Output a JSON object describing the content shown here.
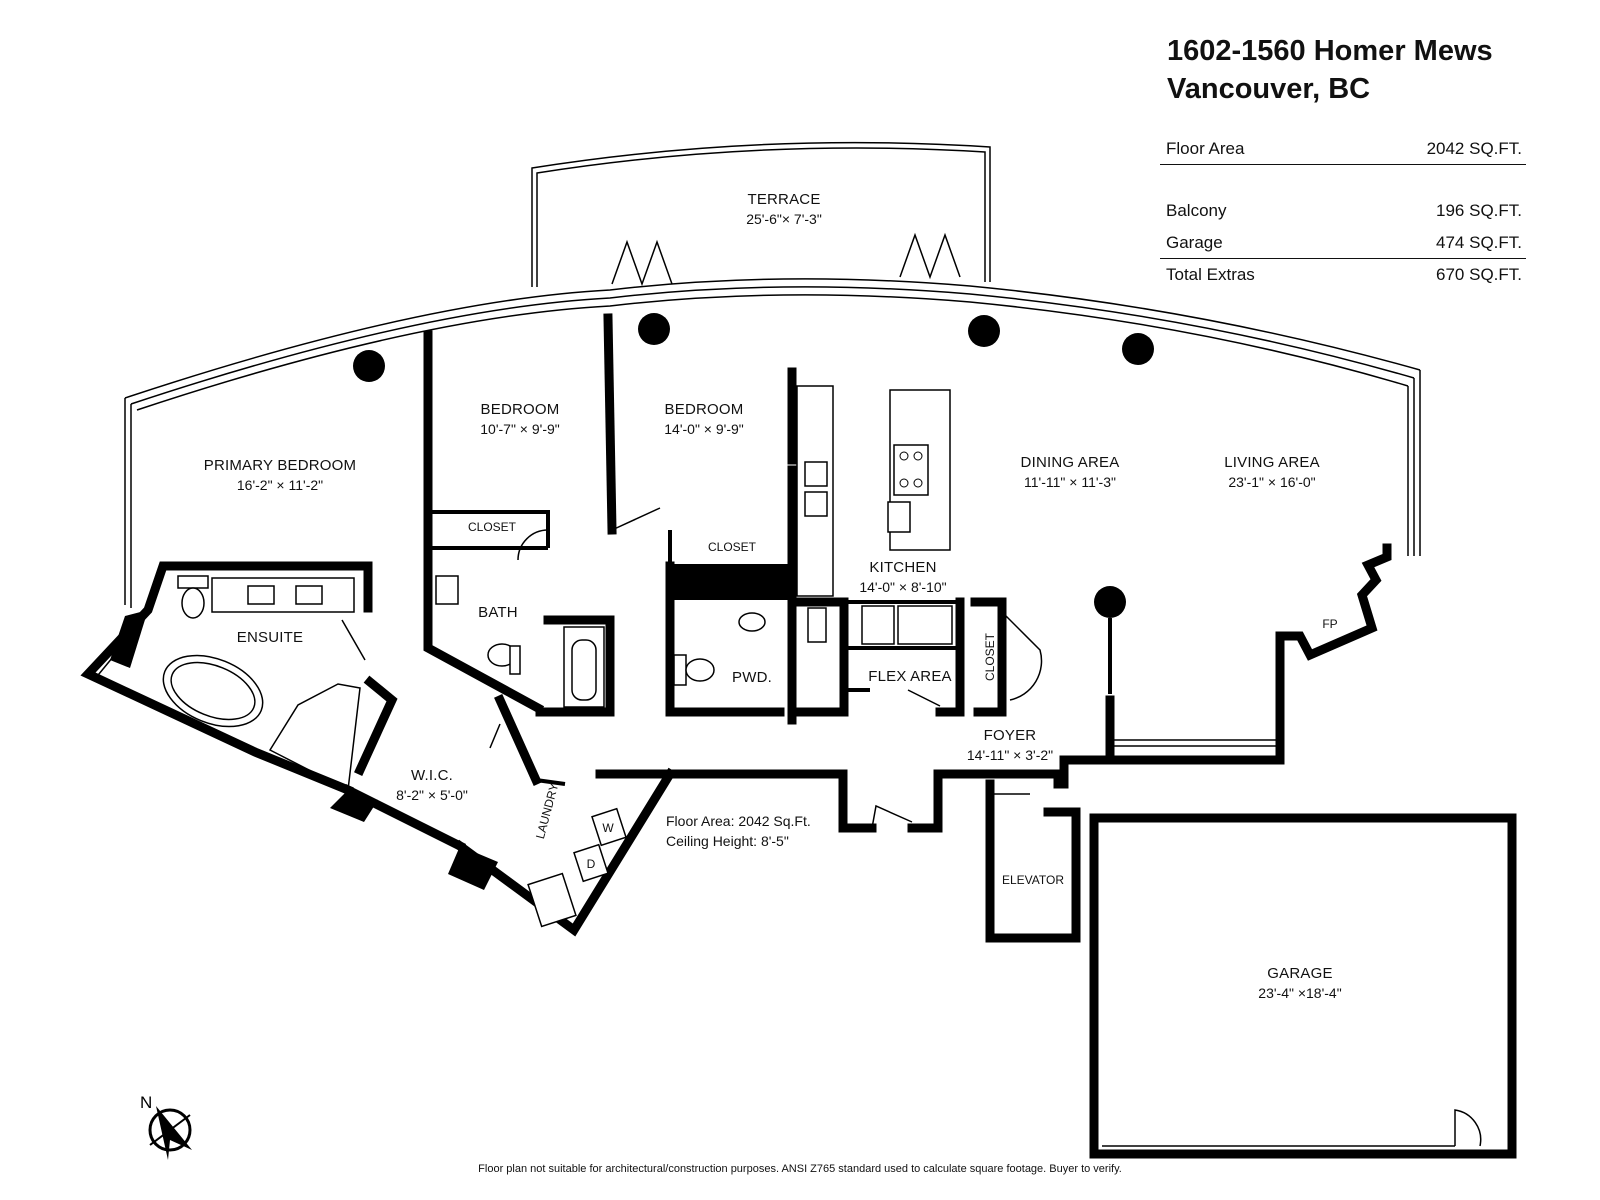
{
  "header": {
    "address_line1": "1602-1560 Homer Mews",
    "address_line2": "Vancouver, BC"
  },
  "area_table": {
    "floor_area": {
      "label": "Floor Area",
      "value": "2042 SQ.FT."
    },
    "balcony": {
      "label": "Balcony",
      "value": "196 SQ.FT."
    },
    "garage": {
      "label": "Garage",
      "value": "474 SQ.FT."
    },
    "total_extras": {
      "label": "Total Extras",
      "value": "670 SQ.FT."
    }
  },
  "rooms": {
    "terrace": {
      "name": "TERRACE",
      "dim": "25'-6\"× 7'-3\""
    },
    "primary_bedroom": {
      "name": "PRIMARY BEDROOM",
      "dim": "16'-2\" × 11'-2\""
    },
    "bedroom_1": {
      "name": "BEDROOM",
      "dim": "10'-7\" × 9'-9\""
    },
    "bedroom_2": {
      "name": "BEDROOM",
      "dim": "14'-0\" × 9'-9\""
    },
    "dining": {
      "name": "DINING AREA",
      "dim": "11'-11\" × 11'-3\""
    },
    "living": {
      "name": "LIVING AREA",
      "dim": "23'-1\" × 16'-0\""
    },
    "kitchen": {
      "name": "KITCHEN",
      "dim": "14'-0\" × 8'-10\""
    },
    "foyer": {
      "name": "FOYER",
      "dim": "14'-11\" × 3'-2\""
    },
    "wic": {
      "name": "W.I.C.",
      "dim": "8'-2\" × 5'-0\""
    },
    "garage": {
      "name": "GARAGE",
      "dim": "23'-4\" ×18'-4\""
    },
    "ensuite": {
      "name": "ENSUITE"
    },
    "bath": {
      "name": "BATH"
    },
    "pwd": {
      "name": "PWD."
    },
    "flex": {
      "name": "FLEX AREA"
    },
    "closet_b1": {
      "name": "CLOSET"
    },
    "closet_b2": {
      "name": "CLOSET"
    },
    "closet_foyer": {
      "name": "CLOSET"
    },
    "elevator": {
      "name": "ELEVATOR"
    },
    "laundry": {
      "name": "LAUNDRY"
    },
    "washer": {
      "name": "W"
    },
    "dryer": {
      "name": "D"
    },
    "fireplace": {
      "name": "FP"
    }
  },
  "plan_notes": {
    "floor_area": "Floor Area: 2042 Sq.Ft.",
    "ceiling_height": "Ceiling Height: 8'-5\""
  },
  "compass": {
    "label": "N",
    "icon": "north-arrow-icon"
  },
  "footer": {
    "disclaimer": "Floor plan not suitable for architectural/construction purposes. ANSI Z765 standard used to calculate square footage. Buyer to verify."
  }
}
